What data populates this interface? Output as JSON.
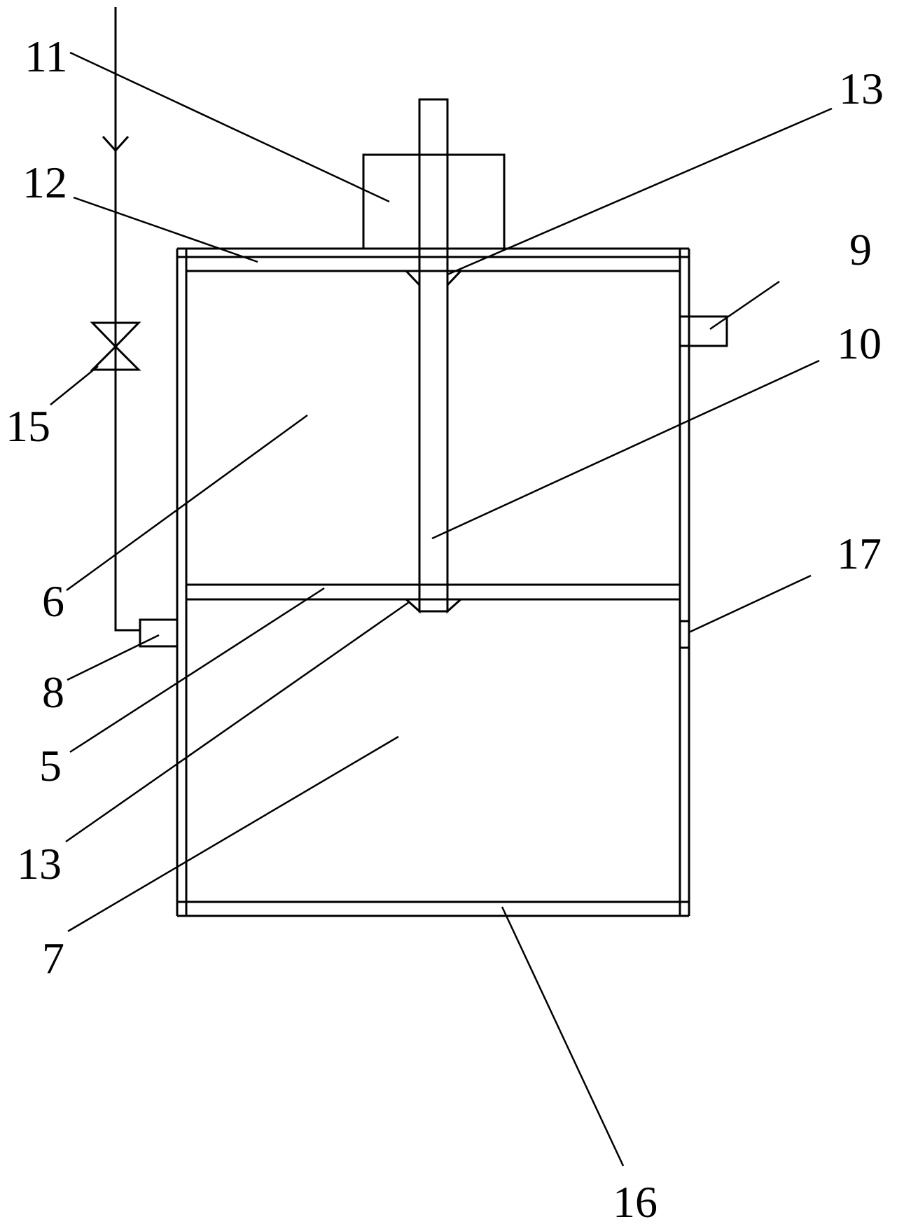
{
  "labels": {
    "l11": "11",
    "l13_top": "13",
    "l12": "12",
    "l9": "9",
    "l10": "10",
    "l15": "15",
    "l6": "6",
    "l17": "17",
    "l8": "8",
    "l5": "5",
    "l13_bottom": "13",
    "l7": "7",
    "l16": "16"
  },
  "colors": {
    "line": "#000000",
    "background": "#ffffff"
  }
}
